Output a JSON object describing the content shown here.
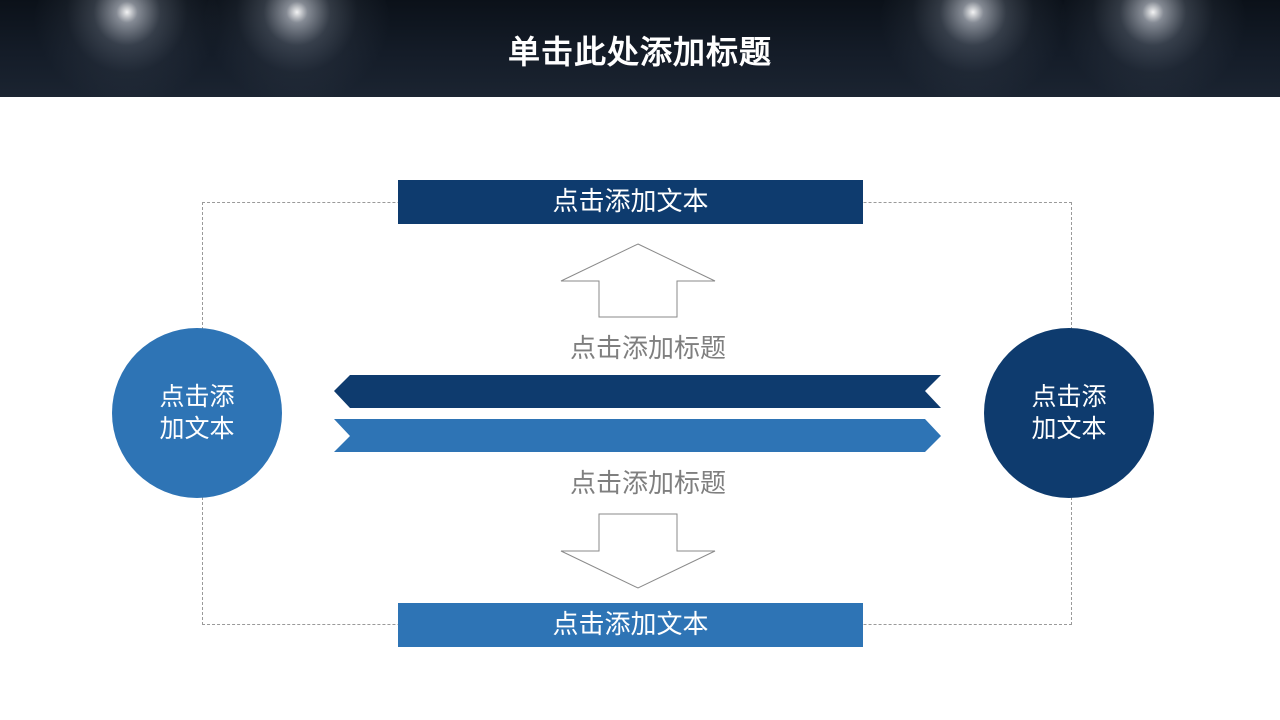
{
  "header": {
    "title": "单击此处添加标题"
  },
  "diagram": {
    "top_box": "点击添加文本",
    "bottom_box": "点击添加文本",
    "upper_label": "点击添加标题",
    "lower_label": "点击添加标题",
    "left_circle": "点击添加文本",
    "right_circle": "点击添加文本"
  },
  "colors": {
    "dark_blue": "#0e3b6e",
    "mid_blue": "#2e74b5",
    "label_gray": "#7f7f7f",
    "header_dark": "#0b1119"
  }
}
